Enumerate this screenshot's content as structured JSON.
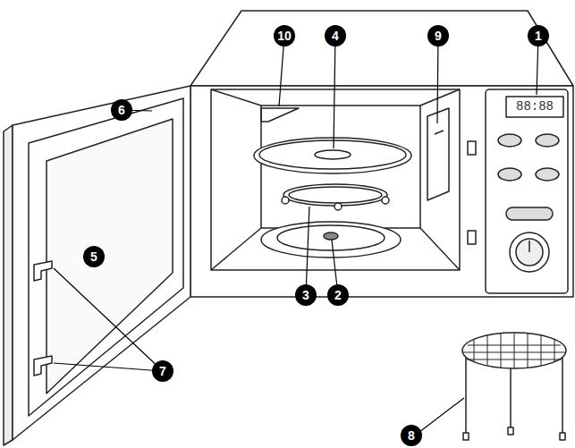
{
  "diagram": {
    "labels": [
      "1",
      "10",
      "4",
      "9",
      "6",
      "5",
      "3",
      "2",
      "7",
      "8",
      "88:88"
    ]
  }
}
